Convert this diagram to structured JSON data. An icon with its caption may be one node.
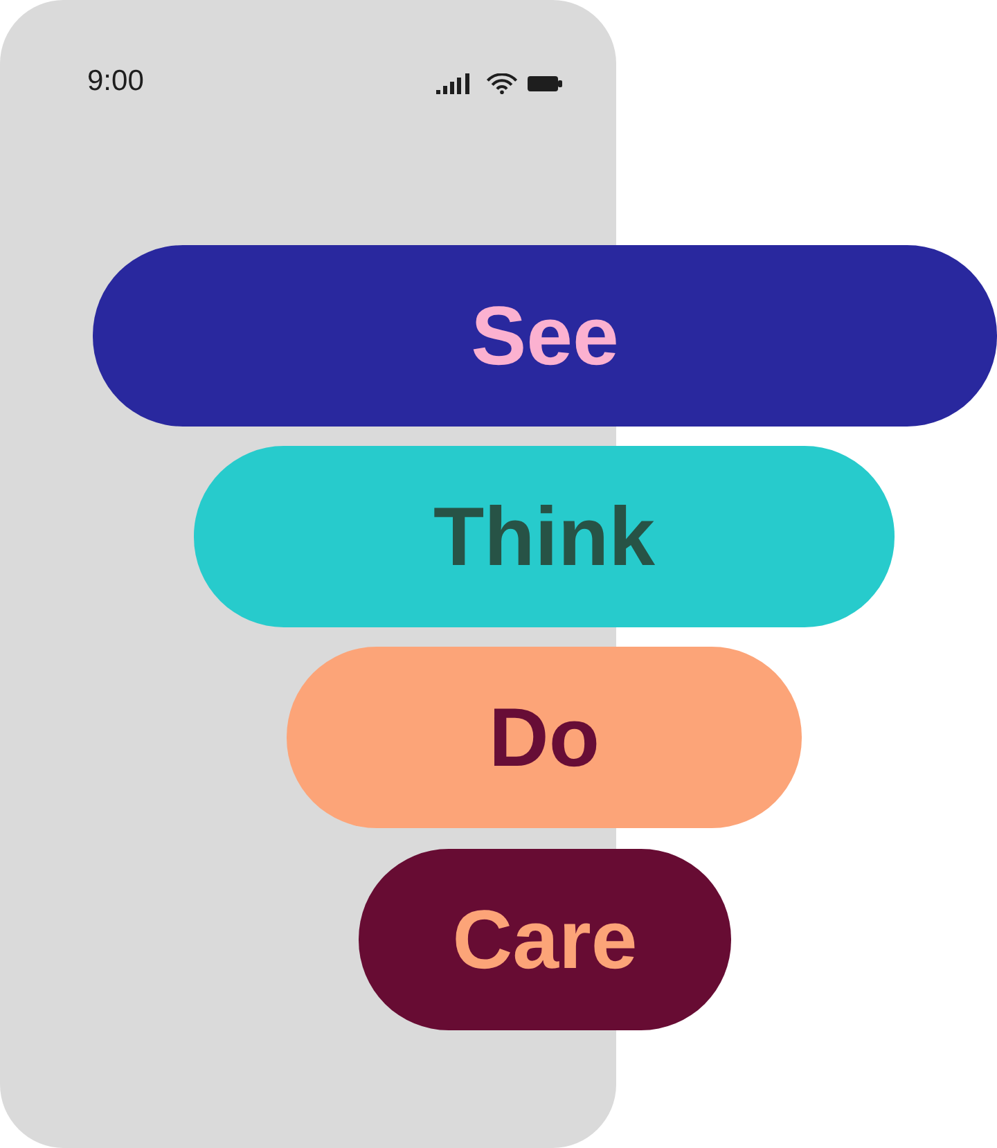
{
  "diagram": {
    "nodes": [
      {
        "text": [
          "9:00"
        ]
      },
      {
        "text": [
          "See"
        ]
      },
      {
        "text": [
          "Think"
        ]
      },
      {
        "text": [
          "Do"
        ]
      },
      {
        "text": [
          "Care"
        ]
      }
    ],
    "edges": []
  }
}
